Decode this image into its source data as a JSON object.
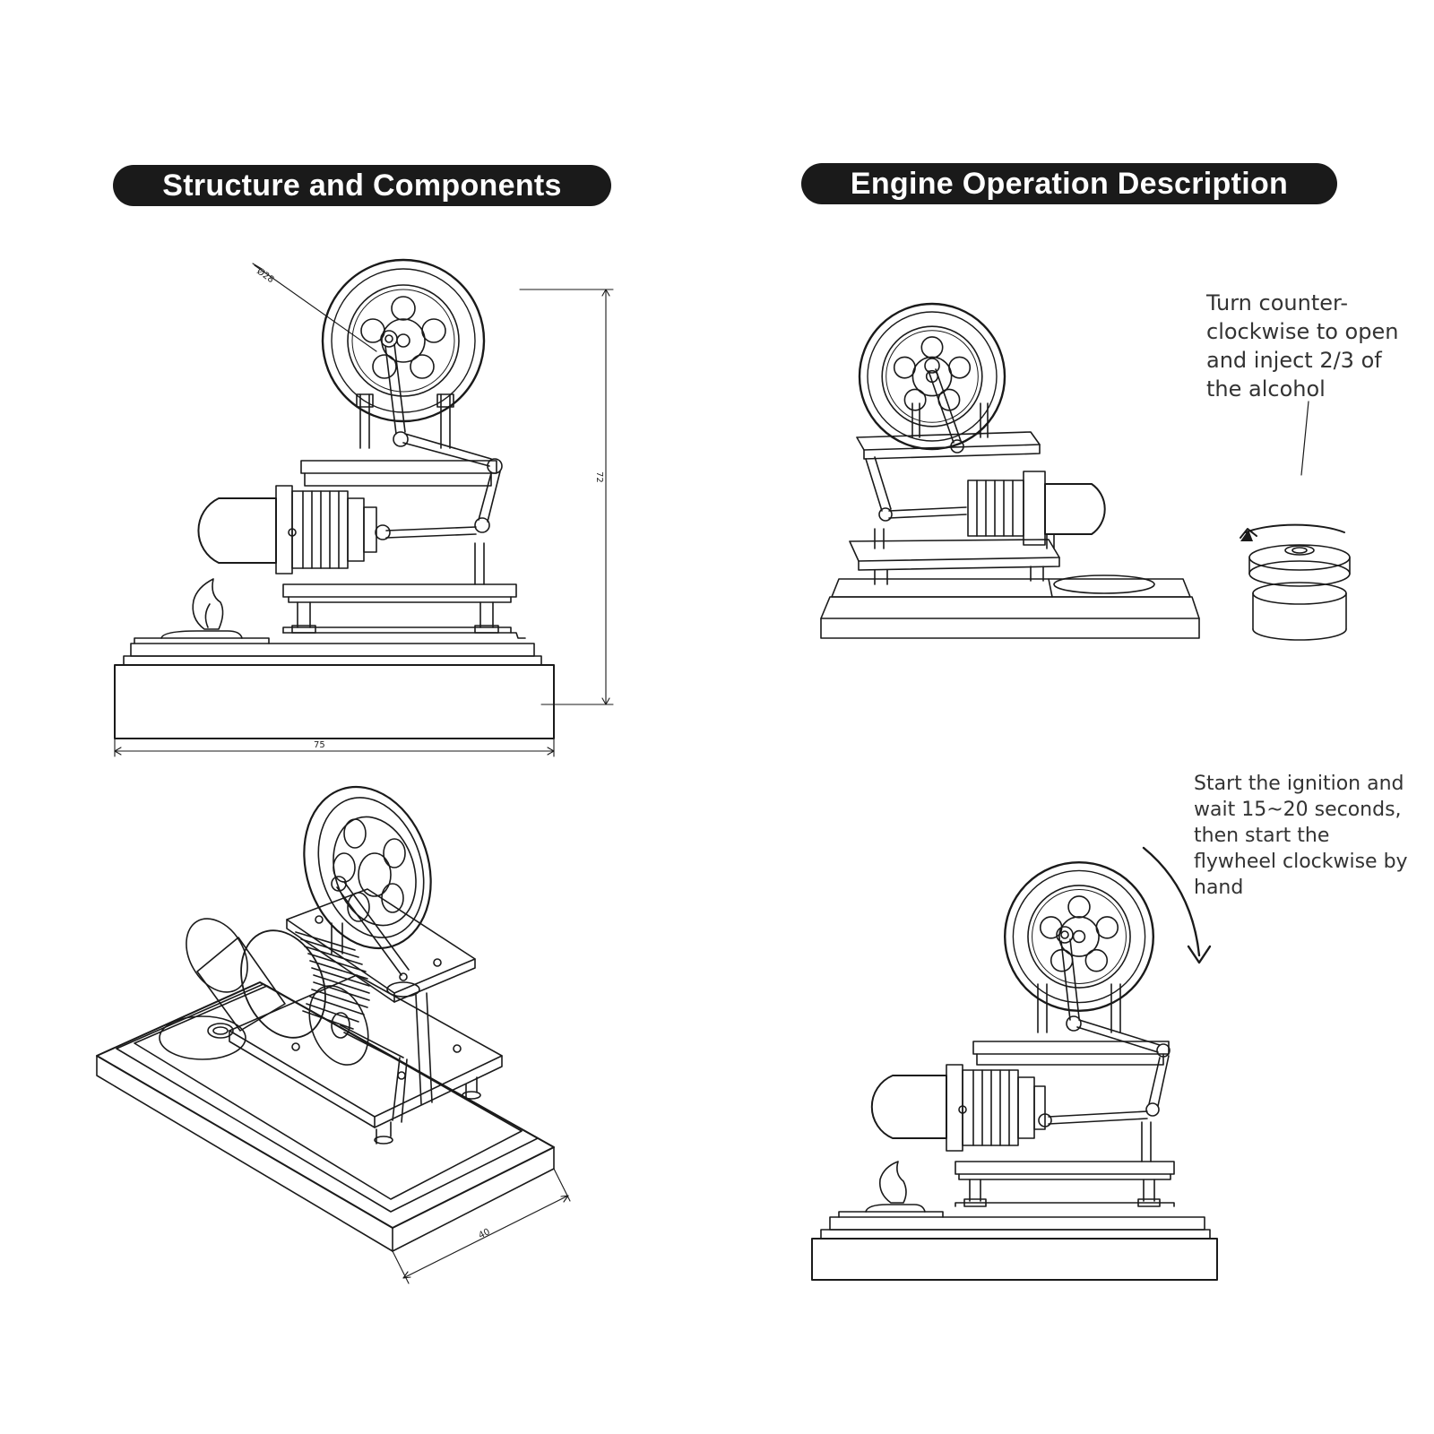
{
  "headers": {
    "left": "Structure and Components",
    "right": "Engine Operation Description"
  },
  "dimensions": {
    "flywheel_diameter": "Ø28",
    "height": "72",
    "width": "75",
    "depth": "40"
  },
  "instructions": {
    "step1": "Turn counter-\nclockwise to open\nand inject 2/3 of\nthe alcohol",
    "step2": "Start the ignition and\nwait 15~20 seconds,\nthen start the\nflywheel clockwise by\nhand"
  }
}
